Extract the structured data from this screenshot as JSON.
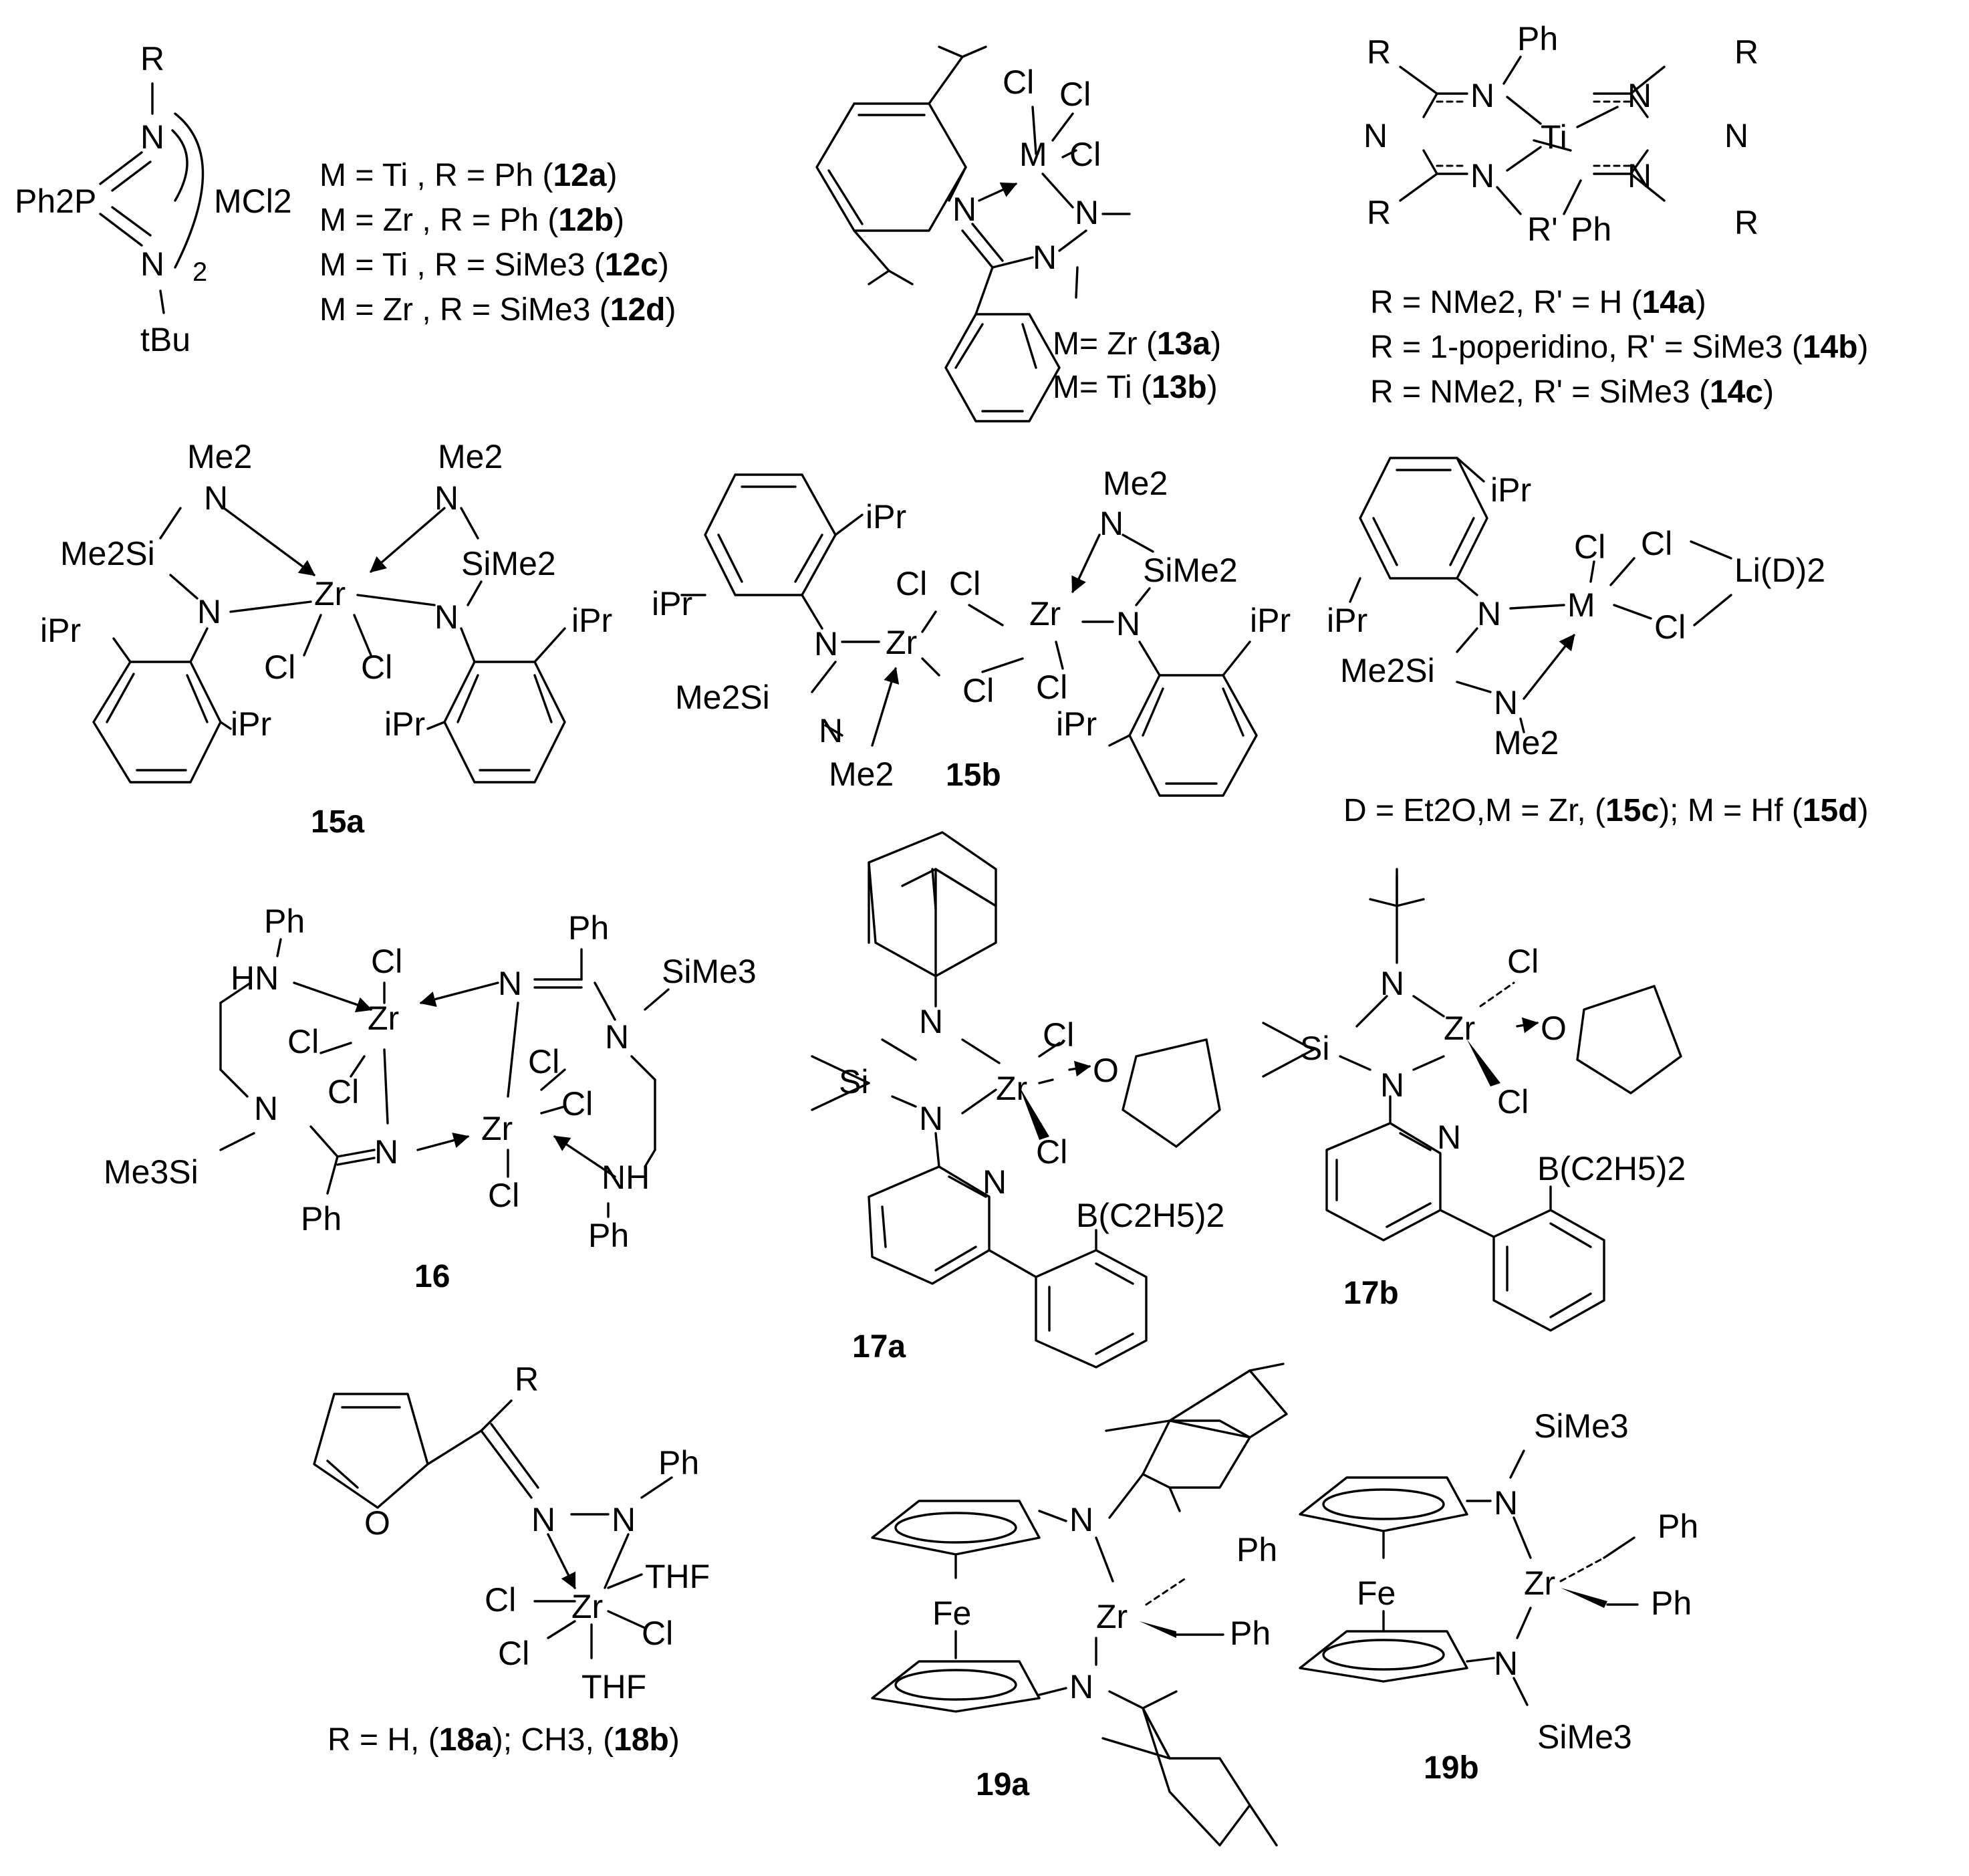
{
  "structures": {
    "s12": {
      "atoms": [
        "R",
        "N",
        "Ph2P",
        "MCl2",
        "N",
        "2",
        "tBu"
      ],
      "captions": [
        {
          "t": "M = Ti , R = Ph (",
          "b": "12a",
          "e": ")"
        },
        {
          "t": "M = Zr , R = Ph (",
          "b": "12b",
          "e": ")"
        },
        {
          "t": "M = Ti , R = SiMe3 (",
          "b": "12c",
          "e": ")"
        },
        {
          "t": "M = Zr , R = SiMe3 (",
          "b": "12d",
          "e": ")"
        }
      ]
    },
    "s13": {
      "atoms": [
        "Cl",
        "Cl",
        "Cl",
        "M",
        "N",
        "N",
        "N"
      ],
      "captions": [
        {
          "t": "M= Zr (",
          "b": "13a",
          "e": ")"
        },
        {
          "t": "M= Ti (",
          "b": "13b",
          "e": ")"
        }
      ]
    },
    "s14": {
      "atoms": [
        "R",
        "Ph",
        "R",
        "N",
        "N",
        "Ti",
        "N",
        "N",
        "N",
        "N",
        "R",
        "R'",
        "Ph",
        "R"
      ],
      "captions": [
        {
          "t": "R = NMe2, R' = H (",
          "b": "14a",
          "e": ")"
        },
        {
          "t": "R = 1-poperidino, R' = SiMe3 (",
          "b": "14b",
          "e": ")"
        },
        {
          "t": "R = NMe2, R' = SiMe3 (",
          "b": "14c",
          "e": ")"
        }
      ]
    },
    "s15a": {
      "atoms": [
        "Me2",
        "N",
        "Me2",
        "N",
        "Me2Si",
        "SiMe2",
        "Zr",
        "N",
        "N",
        "iPr",
        "Cl",
        "Cl",
        "iPr",
        "iPr",
        "iPr"
      ],
      "label": "15a"
    },
    "s15b": {
      "atoms": [
        "iPr",
        "iPr",
        "Cl",
        "Cl",
        "Zr",
        "N",
        "Zr",
        "Me2",
        "N",
        "SiMe2",
        "N",
        "iPr",
        "Cl",
        "Cl",
        "Me2Si",
        "N",
        "Me2",
        "iPr"
      ],
      "label": "15b"
    },
    "s15cd": {
      "atoms": [
        "iPr",
        "Cl",
        "Cl",
        "Li(D)2",
        "iPr",
        "N",
        "M",
        "Cl",
        "Me2Si",
        "N",
        "Me2"
      ],
      "caption": {
        "t1": "D = Et2O,M = Zr, (",
        "b1": "15c",
        "t2": "); M = Hf (",
        "b2": "15d",
        "e": ")"
      }
    },
    "s16": {
      "atoms": [
        "Ph",
        "Cl",
        "Ph",
        "SiMe3",
        "HN",
        "Zr",
        "N",
        "N",
        "Cl",
        "Cl",
        "Cl",
        "Cl",
        "N",
        "Zr",
        "Me3Si",
        "N",
        "Cl",
        "NH",
        "Ph",
        "Ph"
      ],
      "label": "16"
    },
    "s17a": {
      "atoms": [
        "N",
        "Cl",
        "Si",
        "Zr",
        "O",
        "N",
        "Cl",
        "N",
        "B(C2H5)2"
      ],
      "label": "17a"
    },
    "s17b": {
      "atoms": [
        "N",
        "Cl",
        "Si",
        "Zr",
        "O",
        "N",
        "Cl",
        "N",
        "B(C2H5)2"
      ],
      "label": "17b"
    },
    "s18": {
      "atoms": [
        "R",
        "Ph",
        "O",
        "N",
        "N",
        "Cl",
        "THF",
        "Zr",
        "Cl",
        "Cl",
        "THF"
      ],
      "caption": {
        "t1": "R = H, (",
        "b1": "18a",
        "t2": "); CH3, (",
        "b2": "18b",
        "e": ")"
      }
    },
    "s19a": {
      "atoms": [
        "N",
        "Ph",
        "Fe",
        "Zr",
        "Ph",
        "N"
      ],
      "label": "19a"
    },
    "s19b": {
      "atoms": [
        "SiMe3",
        "N",
        "Ph",
        "Fe",
        "Zr",
        "Ph",
        "N",
        "SiMe3"
      ],
      "label": "19b"
    }
  }
}
